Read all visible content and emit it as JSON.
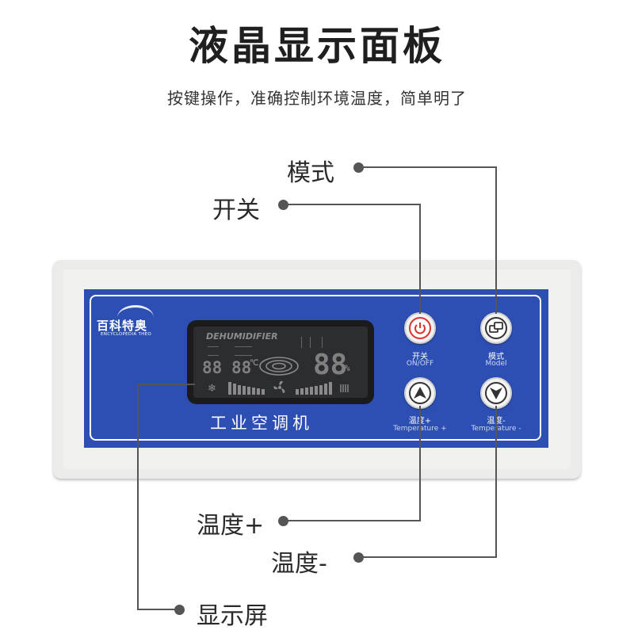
{
  "header": {
    "title": "液晶显示面板",
    "subtitle": "按键操作，准确控制环境温度，简单明了"
  },
  "callouts": {
    "mode": "模式",
    "power": "开关",
    "temp_up": "温度+",
    "temp_down": "温度-",
    "display": "显示屏"
  },
  "device": {
    "brand_name": "百科特奥",
    "brand_sub": "ENCYCLOPEDIA THEO",
    "panel_label": "工业空调机",
    "lcd": {
      "title": "DEHUMIDIFIER",
      "left_digits": "88",
      "mid_digits": "88",
      "mid_unit": "℃",
      "right_digits": "88",
      "right_unit": "%"
    },
    "buttons": {
      "power_label": "开关",
      "power_sub": "ON/OFF",
      "mode_label": "模式",
      "mode_sub": "Model",
      "up_label": "温度+",
      "up_sub": "Temperature +",
      "down_label": "温度-",
      "down_sub": "Temperature -"
    }
  },
  "colors": {
    "panel_blue": "#2d4fb3",
    "power_icon_red": "#d9342b",
    "connector_gray": "#555555"
  }
}
